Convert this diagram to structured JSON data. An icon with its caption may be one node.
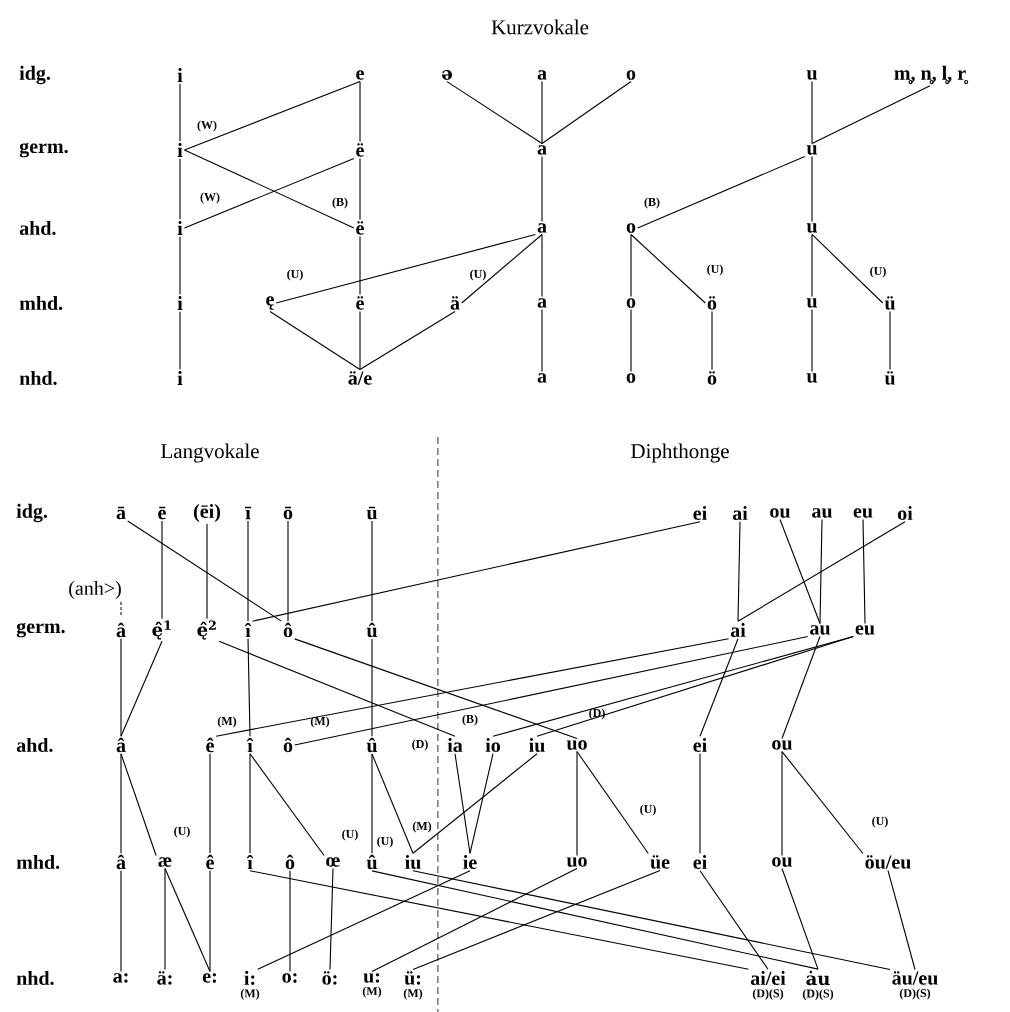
{
  "diagram": {
    "nodes": [
      {
        "text": [
          "i"
        ]
      },
      {
        "text": [
          "e"
        ]
      },
      {
        "text": [
          "ə"
        ]
      },
      {
        "text": [
          "a"
        ]
      },
      {
        "text": [
          "o"
        ]
      },
      {
        "text": [
          "u"
        ]
      },
      {
        "text": [
          "m̥, n̥, l̥, r̥"
        ]
      },
      {
        "text": [
          "i"
        ]
      },
      {
        "text": [
          "ë"
        ]
      },
      {
        "text": [
          "a"
        ]
      },
      {
        "text": [
          "u"
        ]
      },
      {
        "text": [
          "i"
        ]
      },
      {
        "text": [
          "ë"
        ]
      },
      {
        "text": [
          "a"
        ]
      },
      {
        "text": [
          "o"
        ]
      },
      {
        "text": [
          "u"
        ]
      },
      {
        "text": [
          "i"
        ]
      },
      {
        "text": [
          "ę"
        ]
      },
      {
        "text": [
          "ë"
        ]
      },
      {
        "text": [
          "ä"
        ]
      },
      {
        "text": [
          "a"
        ]
      },
      {
        "text": [
          "o"
        ]
      },
      {
        "text": [
          "ö"
        ]
      },
      {
        "text": [
          "u"
        ]
      },
      {
        "text": [
          "ü"
        ]
      },
      {
        "text": [
          "i"
        ]
      },
      {
        "text": [
          "ä/e"
        ]
      },
      {
        "text": [
          "a"
        ]
      },
      {
        "text": [
          "o"
        ]
      },
      {
        "text": [
          "ö"
        ]
      },
      {
        "text": [
          "u"
        ]
      },
      {
        "text": [
          "ü"
        ]
      },
      {
        "text": [
          "ā"
        ]
      },
      {
        "text": [
          "ē"
        ]
      },
      {
        "text": [
          "(ēi)"
        ]
      },
      {
        "text": [
          "ī"
        ]
      },
      {
        "text": [
          "ō"
        ]
      },
      {
        "text": [
          "ū"
        ]
      },
      {
        "text": [
          "ei"
        ]
      },
      {
        "text": [
          "ai"
        ]
      },
      {
        "text": [
          "ou"
        ]
      },
      {
        "text": [
          "au"
        ]
      },
      {
        "text": [
          "eu"
        ]
      },
      {
        "text": [
          "oi"
        ]
      },
      {
        "text": [
          "â"
        ]
      },
      {
        "text": [
          "ę̂$^{1}$"
        ]
      },
      {
        "text": [
          "ę̂$^{2}$"
        ]
      },
      {
        "text": [
          "î"
        ]
      },
      {
        "text": [
          "ô"
        ]
      },
      {
        "text": [
          "û"
        ]
      },
      {
        "text": [
          "ai"
        ]
      },
      {
        "text": [
          "au"
        ]
      },
      {
        "text": [
          "eu"
        ]
      },
      {
        "text": [
          "â"
        ]
      },
      {
        "text": [
          "ê"
        ]
      },
      {
        "text": [
          "î"
        ]
      },
      {
        "text": [
          "ô"
        ]
      },
      {
        "text": [
          "û"
        ]
      },
      {
        "text": [
          "ia"
        ]
      },
      {
        "text": [
          "io"
        ]
      },
      {
        "text": [
          "iu"
        ]
      },
      {
        "text": [
          "uo"
        ]
      },
      {
        "text": [
          "ei"
        ]
      },
      {
        "text": [
          "ou"
        ]
      },
      {
        "text": [
          "â"
        ]
      },
      {
        "text": [
          "æ"
        ]
      },
      {
        "text": [
          "ê"
        ]
      },
      {
        "text": [
          "î"
        ]
      },
      {
        "text": [
          "ô"
        ]
      },
      {
        "text": [
          "œ"
        ]
      },
      {
        "text": [
          "û"
        ]
      },
      {
        "text": [
          "iu"
        ]
      },
      {
        "text": [
          "ie"
        ]
      },
      {
        "text": [
          "uo"
        ]
      },
      {
        "text": [
          "üe"
        ]
      },
      {
        "text": [
          "ei"
        ]
      },
      {
        "text": [
          "ou"
        ]
      },
      {
        "text": [
          "öu/eu"
        ]
      },
      {
        "text": [
          "a:"
        ]
      },
      {
        "text": [
          "ä:"
        ]
      },
      {
        "text": [
          "e:"
        ]
      },
      {
        "text": [
          "i:"
        ],
        "beside": [
          "(M)"
        ]
      },
      {
        "text": [
          "o:"
        ]
      },
      {
        "text": [
          "ö:"
        ]
      },
      {
        "text": [
          "u:"
        ],
        "beside": [
          "(M)"
        ]
      },
      {
        "text": [
          "ü:"
        ],
        "beside": [
          "(M)"
        ]
      },
      {
        "text": [
          "ai/ei"
        ],
        "beside": [
          "(D)(S)"
        ]
      },
      {
        "text": [
          "ȧu"
        ],
        "beside": [
          "(D)(S)"
        ]
      },
      {
        "text": [
          "äu/eu"
        ],
        "beside": [
          "(D)(S)"
        ]
      }
    ],
    "edges": [
      {
        "from": 0,
        "to": 7,
        "arrow": "none"
      },
      {
        "from": 7,
        "to": 11,
        "arrow": "none"
      },
      {
        "from": 11,
        "to": 16,
        "arrow": "none"
      },
      {
        "from": 16,
        "to": 25,
        "arrow": "none"
      },
      {
        "from": 1,
        "to": 7,
        "arrow": "none"
      },
      {
        "from": 1,
        "to": 8,
        "arrow": "none"
      },
      {
        "from": 7,
        "to": 12,
        "arrow": "none"
      },
      {
        "from": 8,
        "to": 11,
        "arrow": "none"
      },
      {
        "from": 8,
        "to": 12,
        "arrow": "none"
      },
      {
        "from": 12,
        "to": 18,
        "arrow": "none"
      },
      {
        "from": 18,
        "to": 26,
        "arrow": "none"
      },
      {
        "from": 2,
        "to": 9,
        "arrow": "none"
      },
      {
        "from": 3,
        "to": 9,
        "arrow": "none"
      },
      {
        "from": 4,
        "to": 9,
        "arrow": "none"
      },
      {
        "from": 9,
        "to": 13,
        "arrow": "none"
      },
      {
        "from": 13,
        "to": 20,
        "arrow": "none"
      },
      {
        "from": 20,
        "to": 27,
        "arrow": "none"
      },
      {
        "from": 13,
        "to": 17,
        "arrow": "none"
      },
      {
        "from": 13,
        "to": 19,
        "arrow": "none"
      },
      {
        "from": 17,
        "to": 26,
        "arrow": "none"
      },
      {
        "from": 19,
        "to": 26,
        "arrow": "none"
      },
      {
        "from": 5,
        "to": 10,
        "arrow": "none"
      },
      {
        "from": 6,
        "to": 10,
        "arrow": "none"
      },
      {
        "from": 10,
        "to": 14,
        "arrow": "none"
      },
      {
        "from": 10,
        "to": 15,
        "arrow": "none"
      },
      {
        "from": 14,
        "to": 21,
        "arrow": "none"
      },
      {
        "from": 14,
        "to": 22,
        "arrow": "none"
      },
      {
        "from": 21,
        "to": 28,
        "arrow": "none"
      },
      {
        "from": 22,
        "to": 29,
        "arrow": "none"
      },
      {
        "from": 15,
        "to": 23,
        "arrow": "none"
      },
      {
        "from": 15,
        "to": 24,
        "arrow": "none"
      },
      {
        "from": 23,
        "to": 30,
        "arrow": "none"
      },
      {
        "from": 24,
        "to": 31,
        "arrow": "none"
      },
      {
        "from": 32,
        "to": 48,
        "arrow": "none"
      },
      {
        "from": 33,
        "to": 45,
        "arrow": "none"
      },
      {
        "from": 34,
        "to": 46,
        "arrow": "none"
      },
      {
        "from": 35,
        "to": 47,
        "arrow": "none"
      },
      {
        "from": 36,
        "to": 48,
        "arrow": "none"
      },
      {
        "from": 37,
        "to": 49,
        "arrow": "none"
      },
      {
        "from": 38,
        "to": 47,
        "arrow": "none"
      },
      {
        "from": 39,
        "to": 50,
        "arrow": "none"
      },
      {
        "from": 40,
        "to": 51,
        "arrow": "none"
      },
      {
        "from": 41,
        "to": 51,
        "arrow": "none"
      },
      {
        "from": 42,
        "to": 52,
        "arrow": "none"
      },
      {
        "from": 43,
        "to": 50,
        "arrow": "none"
      },
      {
        "from": 44,
        "to": 53,
        "arrow": "none"
      },
      {
        "from": 45,
        "to": 53,
        "arrow": "none"
      },
      {
        "from": 46,
        "to": 58,
        "arrow": "none"
      },
      {
        "from": 48,
        "to": 61,
        "arrow": "none"
      },
      {
        "from": 52,
        "to": 59,
        "arrow": "none"
      },
      {
        "from": 52,
        "to": 60,
        "arrow": "none"
      },
      {
        "from": 50,
        "to": 54,
        "arrow": "none"
      },
      {
        "from": 51,
        "to": 56,
        "arrow": "none"
      },
      {
        "from": 50,
        "to": 62,
        "arrow": "none"
      },
      {
        "from": 51,
        "to": 63,
        "arrow": "none"
      },
      {
        "from": 47,
        "to": 55,
        "arrow": "none"
      },
      {
        "from": 49,
        "to": 57,
        "arrow": "none"
      },
      {
        "from": 53,
        "to": 64,
        "arrow": "none"
      },
      {
        "from": 53,
        "to": 65,
        "arrow": "none"
      },
      {
        "from": 54,
        "to": 66,
        "arrow": "none"
      },
      {
        "from": 55,
        "to": 67,
        "arrow": "none"
      },
      {
        "from": 55,
        "to": 69,
        "arrow": "none"
      },
      {
        "from": 57,
        "to": 70,
        "arrow": "none"
      },
      {
        "from": 57,
        "to": 71,
        "arrow": "none"
      },
      {
        "from": 58,
        "to": 72,
        "arrow": "none"
      },
      {
        "from": 59,
        "to": 72,
        "arrow": "none"
      },
      {
        "from": 60,
        "to": 71,
        "arrow": "none"
      },
      {
        "from": 61,
        "to": 73,
        "arrow": "none"
      },
      {
        "from": 61,
        "to": 74,
        "arrow": "none"
      },
      {
        "from": 62,
        "to": 75,
        "arrow": "none"
      },
      {
        "from": 63,
        "to": 76,
        "arrow": "none"
      },
      {
        "from": 63,
        "to": 77,
        "arrow": "none"
      },
      {
        "from": 64,
        "to": 78,
        "arrow": "none"
      },
      {
        "from": 65,
        "to": 79,
        "arrow": "none"
      },
      {
        "from": 65,
        "to": 80,
        "arrow": "none"
      },
      {
        "from": 66,
        "to": 80,
        "arrow": "none"
      },
      {
        "from": 67,
        "to": 86,
        "arrow": "none"
      },
      {
        "from": 68,
        "to": 82,
        "arrow": "none"
      },
      {
        "from": 69,
        "to": 83,
        "arrow": "none"
      },
      {
        "from": 70,
        "to": 87,
        "arrow": "none"
      },
      {
        "from": 71,
        "to": 88,
        "arrow": "none"
      },
      {
        "from": 72,
        "to": 81,
        "arrow": "none"
      },
      {
        "from": 73,
        "to": 84,
        "arrow": "none"
      },
      {
        "from": 74,
        "to": 85,
        "arrow": "none"
      },
      {
        "from": 75,
        "to": 86,
        "arrow": "none"
      },
      {
        "from": 76,
        "to": 87,
        "arrow": "none"
      },
      {
        "from": 77,
        "to": 88,
        "arrow": "none"
      }
    ],
    "labels": [
      "Kurzvokale",
      "idg.",
      "(W)",
      "germ.",
      "(W)",
      "(B)",
      "(B)",
      "ahd.",
      "(U)",
      "(U)",
      "(U)",
      "(U)",
      "mhd.",
      "nhd.",
      "Langvokale",
      "Diphthonge",
      "idg.",
      "(anh>)",
      "germ.",
      "(M)",
      "(M)",
      "(B)",
      "(D)",
      "(D)",
      "ahd.",
      "(U)",
      "(M)",
      "(U)",
      "(U)",
      "(U)",
      "(U)",
      "mhd.",
      "nhd."
    ]
  }
}
